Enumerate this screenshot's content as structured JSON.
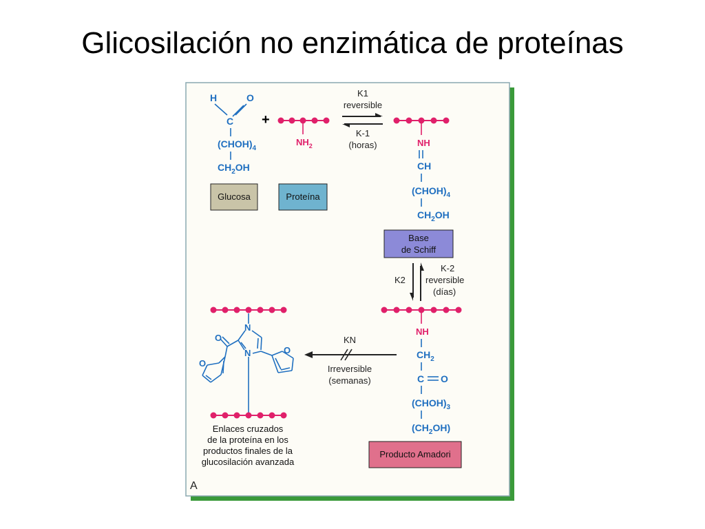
{
  "slide": {
    "title": "Glicosilación no enzimática de proteínas"
  },
  "colors": {
    "frame_shadow": "#3a9a3a",
    "frame_bg": "#fdfcf6",
    "frame_border": "#8aa8b0",
    "chem_blue": "#1f6fc0",
    "chem_pink": "#e0206a",
    "glucosa_box": "#c9c4a8",
    "proteina_box": "#6fb3cf",
    "schiff_box": "#8c8ad8",
    "amadori_box": "#e0708c"
  },
  "glucose": {
    "h": "H",
    "o": "O",
    "c": "C",
    "chain": "(CHOH)",
    "chain_sub": "4",
    "ch2": "CH",
    "ch2_sub": "2",
    "oh": "OH"
  },
  "protein": {
    "nh": "NH",
    "nh_sub": "2"
  },
  "plus": "+",
  "reaction1": {
    "forward_k": "K1",
    "forward_note": "reversible",
    "reverse_k": "K-1",
    "reverse_note": "(horas)"
  },
  "schiff_chain": {
    "nh": "NH",
    "ch": "CH",
    "chain": "(CHOH)",
    "chain_sub": "4",
    "ch2": "CH",
    "ch2_sub": "2",
    "oh": "OH"
  },
  "labels": {
    "glucosa": "Glucosa",
    "proteina": "Proteína",
    "schiff_line1": "Base",
    "schiff_line2": "de Schiff",
    "amadori": "Producto Amadori"
  },
  "reaction2": {
    "forward_k": "K2",
    "reverse_k": "K-2",
    "reverse_note1": "reversible",
    "reverse_note2": "(días)"
  },
  "amadori_chain": {
    "nh": "NH",
    "ch2": "CH",
    "ch2_sub": "2",
    "c": "C",
    "o": "O",
    "chain": "(CHOH)",
    "chain_sub": "3",
    "ch2b": "(CH",
    "ch2b_sub": "2",
    "ohb": "OH)"
  },
  "reaction3": {
    "k": "KN",
    "note1": "Irreversible",
    "note2": "(semanas)"
  },
  "crosslink": {
    "n_top": "N",
    "n_bottom": "N",
    "o_left": "O",
    "o_right": "O",
    "o_carbonyl": "O",
    "caption": [
      "Enlaces cruzados",
      "de la proteína en los",
      "productos finales de la",
      "glucosilación avanzada"
    ]
  },
  "panel_letter": "A"
}
